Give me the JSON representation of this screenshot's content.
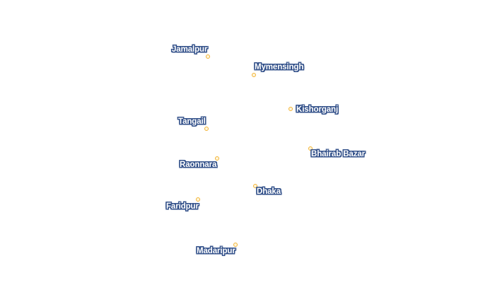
{
  "cities": {
    "jamalpur": "Jamalpur",
    "mymensingh": "Mymensingh",
    "kishorganj": "Kishorganj",
    "tangail": "Tangail",
    "bhairab_bazar": "Bhairab Bazar",
    "raonnara": "Raonnara",
    "dhaka": "Dhaka",
    "faridpur": "Faridpur",
    "madaripur": "Madaripur"
  },
  "colors": {
    "marker_stroke": "#f2b233",
    "label_halo": "#33518a",
    "label_text": "#ffffff"
  }
}
